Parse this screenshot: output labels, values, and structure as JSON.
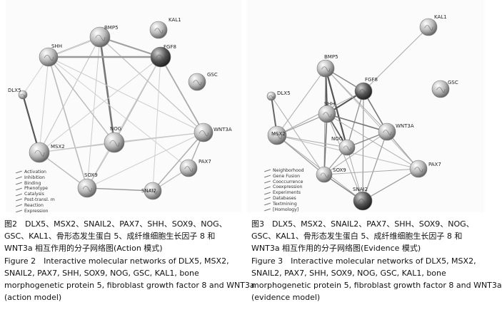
{
  "figure2": {
    "nodes": [
      {
        "id": "BMP5",
        "label": "BMP5"
      },
      {
        "id": "KAL1",
        "label": "KAL1"
      },
      {
        "id": "SHH",
        "label": "SHH"
      },
      {
        "id": "FGF8",
        "label": "FGF8"
      },
      {
        "id": "GSC",
        "label": "GSC"
      },
      {
        "id": "DLX5",
        "label": "DLX5"
      },
      {
        "id": "WNT3A",
        "label": "WNT3A"
      },
      {
        "id": "NOG",
        "label": "NOG"
      },
      {
        "id": "MSX2",
        "label": "MSX2"
      },
      {
        "id": "PAX7",
        "label": "PAX7"
      },
      {
        "id": "SOX9",
        "label": "SOX9"
      },
      {
        "id": "SNAI2",
        "label": "SNAI2"
      }
    ],
    "legend": [
      "Activation",
      "Inhibition",
      "Binding",
      "Phenotype",
      "Catalysis",
      "Post-transl. m",
      "Reaction",
      "Expression"
    ],
    "caption": {
      "cn_lines": [
        "图2　DLX5、MSX2、SNAIL2、PAX7、SHH、SOX9、NOG、",
        "GSC、KAL1、骨形态发生蛋白 5、成纤维细胞生长因子 8 和",
        "WNT3a 相互作用的分子网络图(Action 模式)"
      ],
      "en_lines": [
        "Figure 2　Interactive molecular networks of DLX5, MSX2,",
        "SNAIL2, PAX7, SHH, SOX9, NOG, GSC, KAL1, bone",
        "morphogenetic protein 5, fibroblast growth factor 8 and WNT3a",
        "(action model)"
      ]
    }
  },
  "figure3": {
    "nodes": [
      {
        "id": "KAL1",
        "label": "KAL1"
      },
      {
        "id": "BMP5",
        "label": "BMP5"
      },
      {
        "id": "DLX5",
        "label": "DLX5"
      },
      {
        "id": "GSC",
        "label": "GSC"
      },
      {
        "id": "FGF8",
        "label": "FGF8"
      },
      {
        "id": "SHH",
        "label": "SHH"
      },
      {
        "id": "WNT3A",
        "label": "WNT3A"
      },
      {
        "id": "MSX2",
        "label": "MSX2"
      },
      {
        "id": "NOG",
        "label": "NOG"
      },
      {
        "id": "PAX7",
        "label": "PAX7"
      },
      {
        "id": "SOX9",
        "label": "SOX9"
      },
      {
        "id": "SNAI2",
        "label": "SNAI2"
      }
    ],
    "legend": [
      "Neighborhood",
      "Gene Fusion",
      "Cooccurrence",
      "Coexpression",
      "Experiments",
      "Databases",
      "Textmining",
      "[Homology]"
    ],
    "caption": {
      "cn_lines": [
        "图3　DLX5、MSX2、SNAIL2、PAX7、SHH、SOX9、NOG、",
        "GSC、KAL1、骨形态发生蛋白 5、成纤维细胞生长因子 8 和",
        "WNT3a 相互作用的分子网络图(Evidence 模式)"
      ],
      "en_lines": [
        "Figure 3　Interactive molecular networks of DLX5, MSX2,",
        "SNAIL2, PAX7, SHH, SOX9, NOG, GSC, KAL1, bone",
        "morphogenetic protein 5, fibroblast growth factor 8 and WNT3a",
        "(evidence model)"
      ]
    }
  }
}
